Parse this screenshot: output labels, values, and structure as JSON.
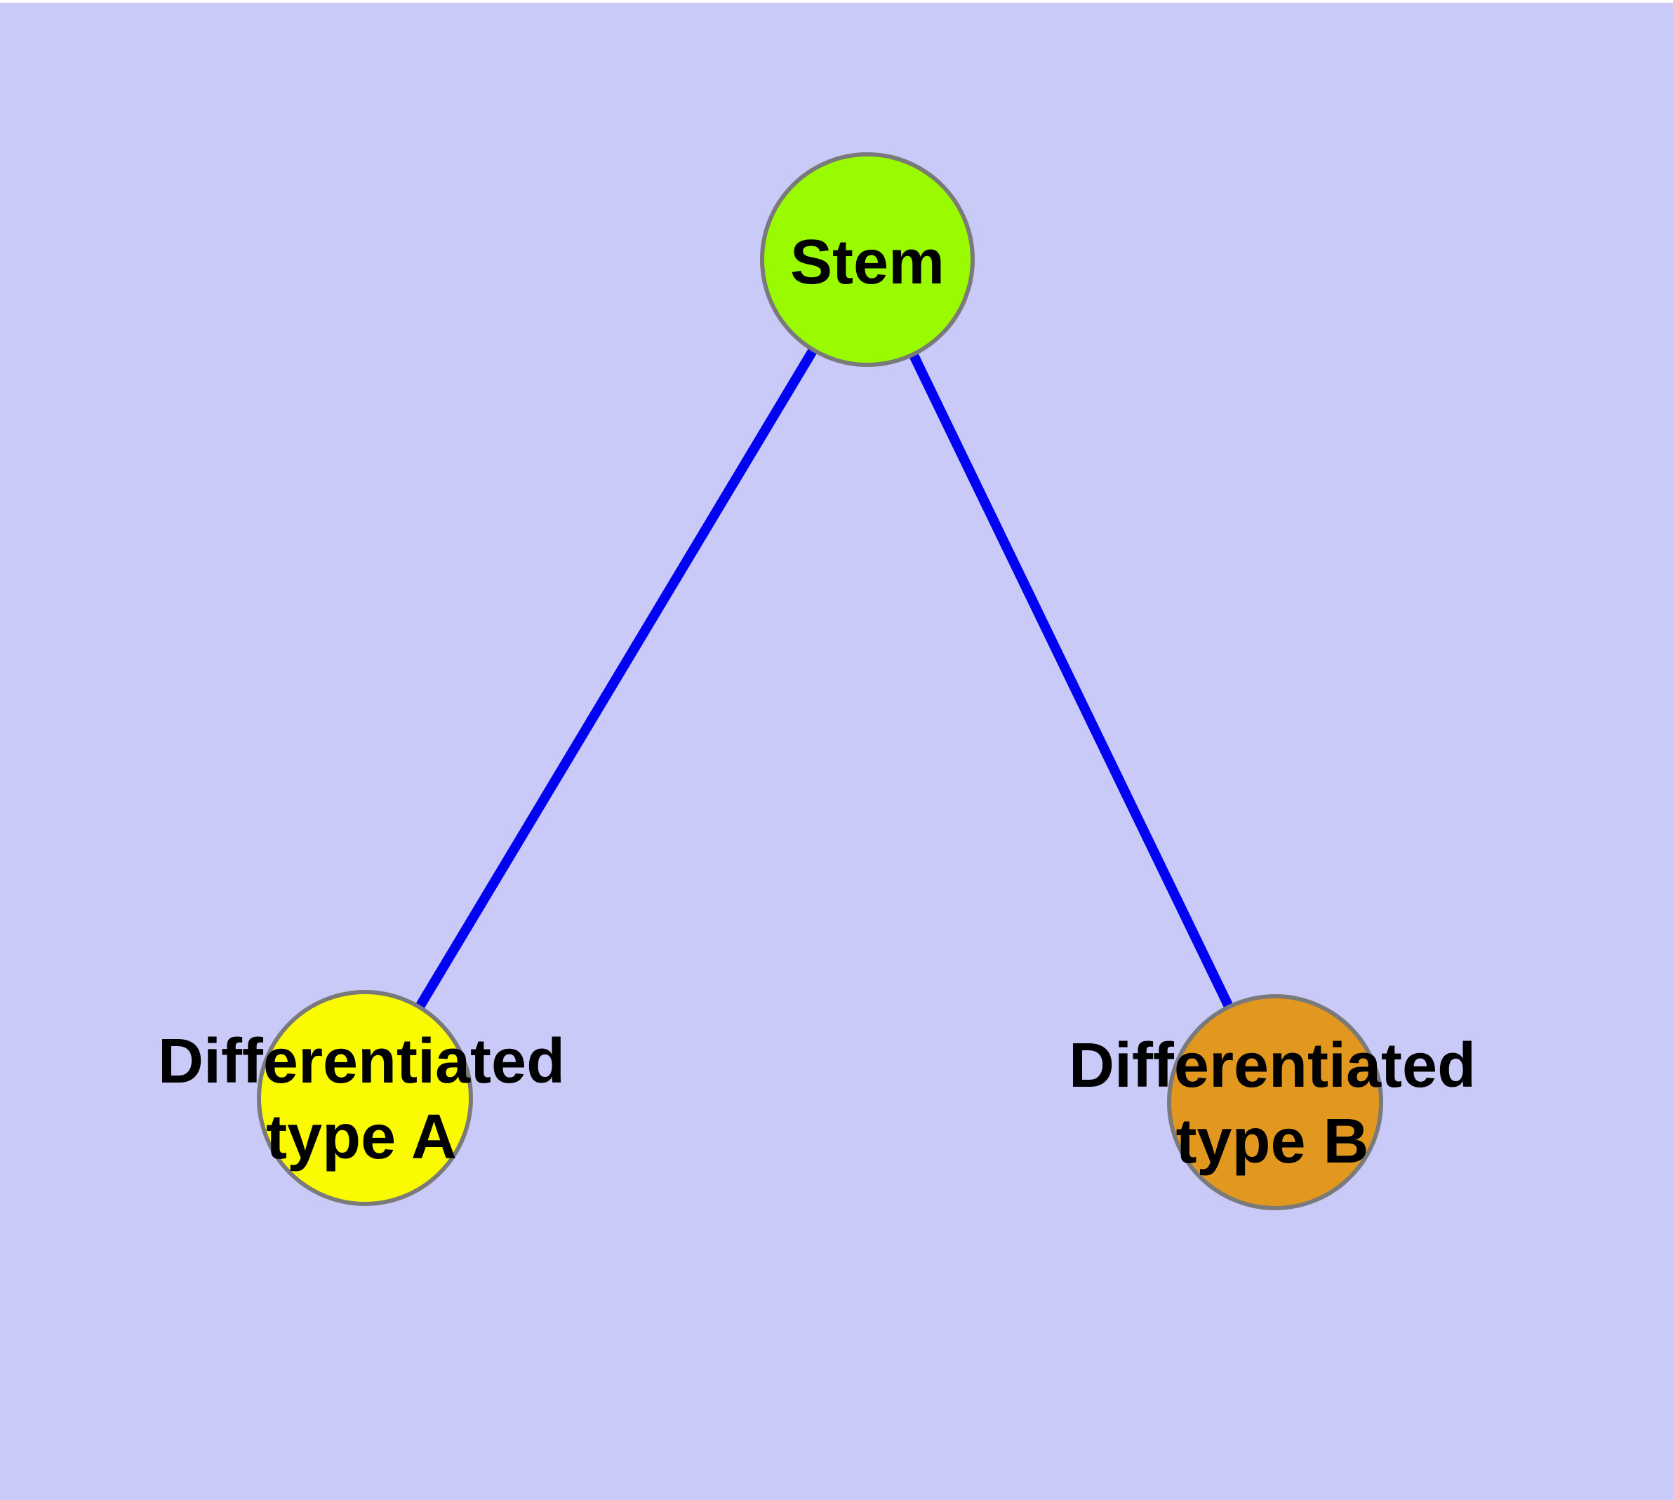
{
  "background_color": "#CACAF8",
  "top_edge_color": "#FFFFFF",
  "diagram": {
    "type": "graph",
    "edge_color": "#0202F2",
    "node_border_color": "#7A7A7A",
    "label_color": "#000000",
    "nodes": [
      {
        "id": "stem",
        "label": "Stem",
        "color": "#9AFB00"
      },
      {
        "id": "type-a",
        "label": "Differentiated\ntype A",
        "color": "#FBFB00"
      },
      {
        "id": "type-b",
        "label": "Differentiated\ntype B",
        "color": "#E2981F"
      }
    ],
    "edges": [
      {
        "from": "stem",
        "to": "type-a"
      },
      {
        "from": "stem",
        "to": "type-b"
      }
    ]
  }
}
